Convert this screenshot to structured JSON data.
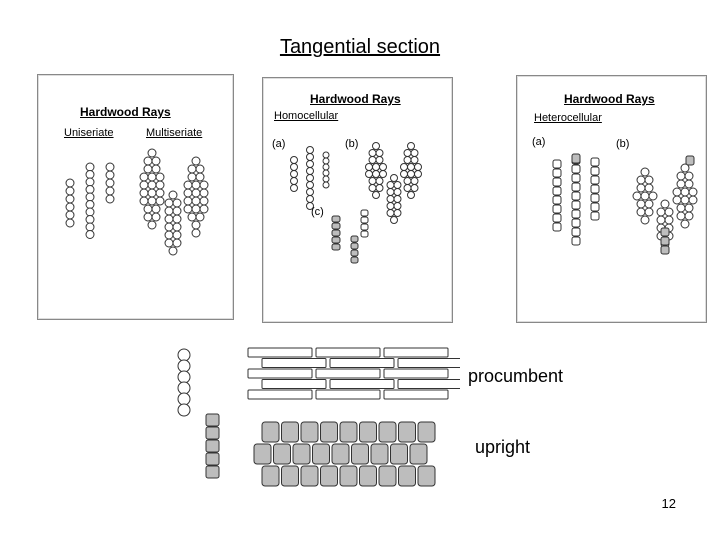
{
  "slide": {
    "title": "Tangential section",
    "page_number": "12"
  },
  "panels": {
    "left": {
      "heading": "Hardwood Rays",
      "col1": "Uniseriate",
      "col2": "Multiseriate"
    },
    "middle": {
      "heading": "Hardwood Rays",
      "subheading": "Homocellular",
      "label_a": "(a)",
      "label_b": "(b)",
      "label_c": "(c)"
    },
    "right": {
      "heading": "Hardwood Rays",
      "subheading": "Heterocellular",
      "label_a": "(a)",
      "label_b": "(b)"
    }
  },
  "captions": {
    "procumbent": "procumbent",
    "upright": "upright"
  },
  "colors": {
    "background": "#ffffff",
    "stroke": "#333333",
    "panel_border": "#888888",
    "cell_fill": "#bdbdbd"
  }
}
